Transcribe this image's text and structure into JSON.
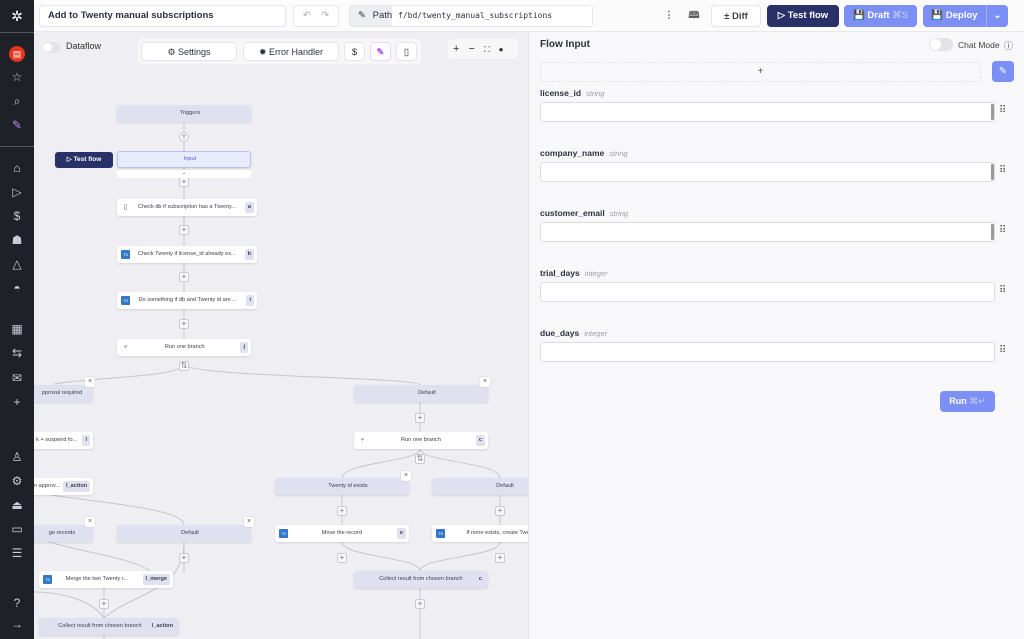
{
  "app": {
    "title": "Add to Twenty manual subscriptions",
    "path_label": "Path",
    "path": "f/bd/twenty_manual_subscriptions"
  },
  "toolbar": {
    "diff": "Diff",
    "test_flow": "Test flow",
    "draft": "Draft",
    "draft_shortcut": "⌘S",
    "deploy": "Deploy"
  },
  "colors": {
    "accent": "#7b8ff5",
    "dark": "#283269",
    "sidebar": "#1f2128",
    "canvas": "#efeff3"
  },
  "canvas": {
    "dataflow": "Dataflow",
    "settings": "Settings",
    "error_handler": "Error Handler",
    "test_flow": "Test flow"
  },
  "nodes": [
    {
      "label": "Triggers",
      "badge": ""
    },
    {
      "label": "Input",
      "badge": ""
    },
    {
      "label": "Check db if subscription has a Twenty...",
      "badge": "a"
    },
    {
      "label": "Check Twenty if license_id already ex...",
      "badge": "b"
    },
    {
      "label": "Do something if db and Twenty id are ...",
      "badge": "i"
    },
    {
      "label": "Run one branch",
      "badge": "j"
    },
    {
      "label": "pproval required",
      "badge": ""
    },
    {
      "label": "Default",
      "badge": ""
    },
    {
      "label": "k + suspend fo...",
      "badge": "l"
    },
    {
      "label": "Run one branch",
      "badge": "c"
    },
    {
      "label": "n approv...",
      "badge": "l_action"
    },
    {
      "label": "Twenty id exists",
      "badge": ""
    },
    {
      "label": "Default",
      "badge": ""
    },
    {
      "label": "ge records",
      "badge": ""
    },
    {
      "label": "Default",
      "badge": ""
    },
    {
      "label": "Move the record",
      "badge": "e"
    },
    {
      "label": "If none exists, create Twenty re",
      "badge": ""
    },
    {
      "label": "Merge the two Twenty r...",
      "badge": "l_merge"
    },
    {
      "label": "Collect result from chosen branch",
      "badge": "c"
    },
    {
      "label": "Collect result from chosen branch",
      "badge": "l_action"
    }
  ],
  "panel": {
    "title": "Flow Input",
    "chat_mode": "Chat Mode",
    "run": "Run",
    "run_shortcut": "⌘↵",
    "fields": [
      {
        "name": "license_id",
        "type": "string"
      },
      {
        "name": "company_name",
        "type": "string"
      },
      {
        "name": "customer_email",
        "type": "string"
      },
      {
        "name": "trial_days",
        "type": "integer"
      },
      {
        "name": "due_days",
        "type": "integer"
      }
    ]
  }
}
